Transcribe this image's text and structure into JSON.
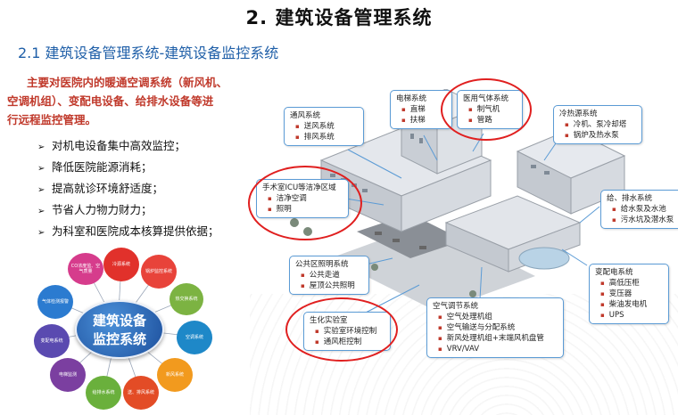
{
  "title": "2.  建筑设备管理系统",
  "subtitle": "2.1  建筑设备管理系统-建筑设备监控系统",
  "intro": {
    "line1": "主要对医院内的暖通空调系统（新风机、",
    "line2": "空调机组）、变配电设备、给排水设备等进",
    "line3": "行远程监控管理。"
  },
  "bullets": [
    "对机电设备集中高效监控；",
    "降低医院能源消耗；",
    "提高就诊环境舒适度；",
    "节省人力物力财力；",
    "为科室和医院成本核算提供依据；"
  ],
  "hub": {
    "line1": "建筑设备",
    "line2": "监控系统"
  },
  "petals": [
    {
      "label": "CO浓度监、空气质量",
      "color": "#d63c8c"
    },
    {
      "label": "冷源系统",
      "color": "#e1312b"
    },
    {
      "label": "锅炉监控系统",
      "color": "#e8433a"
    },
    {
      "label": "热交换系统",
      "color": "#7cb342"
    },
    {
      "label": "空调系统",
      "color": "#1e88c8"
    },
    {
      "label": "新风系统",
      "color": "#f29a1e"
    },
    {
      "label": "送、排风系统",
      "color": "#e34c26"
    },
    {
      "label": "给排水系统",
      "color": "#6ab03c"
    },
    {
      "label": "电梯监测",
      "color": "#7b3fa0"
    },
    {
      "label": "变配电系统",
      "color": "#5a4ab0"
    },
    {
      "label": "气体检测报警",
      "color": "#2b7bd0"
    }
  ],
  "callouts": {
    "ventilation": {
      "head": "通风系统",
      "items": [
        "送风系统",
        "排风系统"
      ]
    },
    "elevator": {
      "head": "电梯系统",
      "items": [
        "直梯",
        "扶梯"
      ]
    },
    "medgas": {
      "head": "医用气体系统",
      "items": [
        "制气机",
        "管路"
      ]
    },
    "coldheat": {
      "head": "冷热源系统",
      "items": [
        "冷机、泵冷却塔",
        "锅炉及热水泵"
      ]
    },
    "icu": {
      "head": "手术室ICU等洁净区域",
      "items": [
        "洁净空调",
        "照明"
      ]
    },
    "water": {
      "head": "给、排水系统",
      "items": [
        "给水泵及水池",
        "污水坑及潜水泵"
      ]
    },
    "lighting": {
      "head": "公共区照明系统",
      "items": [
        "公共走道",
        "屋顶公共照明"
      ]
    },
    "power": {
      "head": "变配电系统",
      "items": [
        "高低压柜",
        "变压器",
        "柴油发电机",
        "UPS"
      ]
    },
    "lab": {
      "head": "生化实验室",
      "items": [
        "实验室环境控制",
        "通风柜控制"
      ]
    },
    "aircon": {
      "head": "空气调节系统",
      "items": [
        "空气处理机组",
        "空气输送与分配系统",
        "新风处理机组+末端风机盘管",
        "VRV/VAV"
      ]
    }
  },
  "colors": {
    "title": "#111111",
    "subtitle": "#1f5fa8",
    "intro": "#c0392b",
    "callout_border": "#5b9bd5",
    "highlight_ring": "#e01f1f",
    "hub": "#1d4f9c"
  }
}
